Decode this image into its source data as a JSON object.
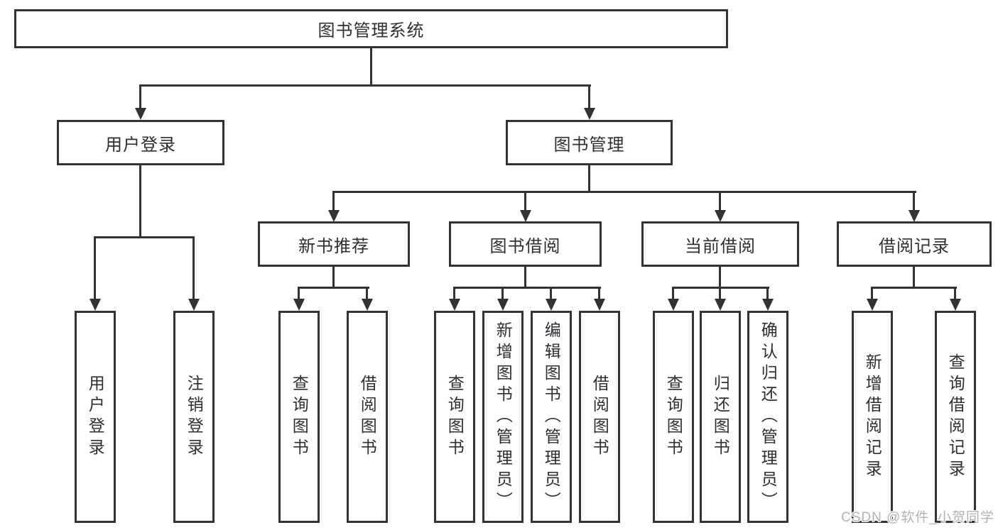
{
  "colors": {
    "line": "#333333",
    "text": "#2e2e33",
    "watermark": "#b3b3b3",
    "background": "#ffffff"
  },
  "tree": {
    "label": "图书管理系统",
    "children": [
      {
        "label": "用户登录",
        "children": [
          {
            "label": "用户登录"
          },
          {
            "label": "注销登录"
          }
        ]
      },
      {
        "label": "图书管理",
        "children": [
          {
            "label": "新书推荐",
            "children": [
              {
                "label": "查询图书"
              },
              {
                "label": "借阅图书"
              }
            ]
          },
          {
            "label": "图书借阅",
            "children": [
              {
                "label": "查询图书"
              },
              {
                "label": "新增图书（管理员）"
              },
              {
                "label": "编辑图书（管理员）"
              },
              {
                "label": "借阅图书"
              }
            ]
          },
          {
            "label": "当前借阅",
            "children": [
              {
                "label": "查询图书"
              },
              {
                "label": "归还图书"
              },
              {
                "label": "确认归还（管理员）"
              }
            ]
          },
          {
            "label": "借阅记录",
            "children": [
              {
                "label": "新增借阅记录"
              },
              {
                "label": "查询借阅记录"
              }
            ]
          }
        ]
      }
    ]
  },
  "watermark": {
    "text": "CSDN @软件_小贺同学"
  }
}
